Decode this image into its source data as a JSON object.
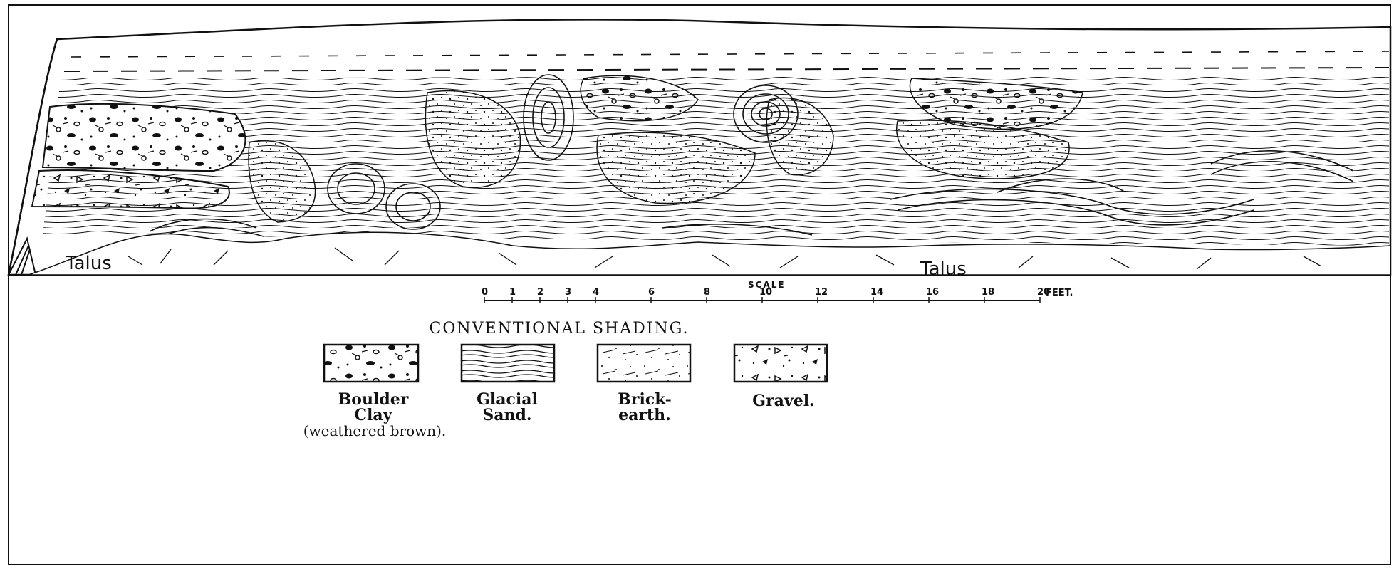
{
  "section": {
    "talus_left": "Talus",
    "talus_right": "Talus"
  },
  "scale": {
    "title": "SCALE",
    "ticks": [
      "0",
      "1",
      "2",
      "3",
      "4",
      "6",
      "8",
      "10",
      "12",
      "14",
      "16",
      "18",
      "20"
    ],
    "unit": "FEET."
  },
  "legend": {
    "heading": "CONVENTIONAL SHADING.",
    "items": [
      {
        "key": "boulder-clay",
        "line1": "Boulder",
        "line2": "Clay",
        "line3": "(weathered brown)."
      },
      {
        "key": "glacial-sand",
        "line1": "Glacial",
        "line2": "Sand."
      },
      {
        "key": "brick-earth",
        "line1": "Brick-",
        "line2": "earth."
      },
      {
        "key": "gravel",
        "line1": "Gravel."
      }
    ]
  }
}
